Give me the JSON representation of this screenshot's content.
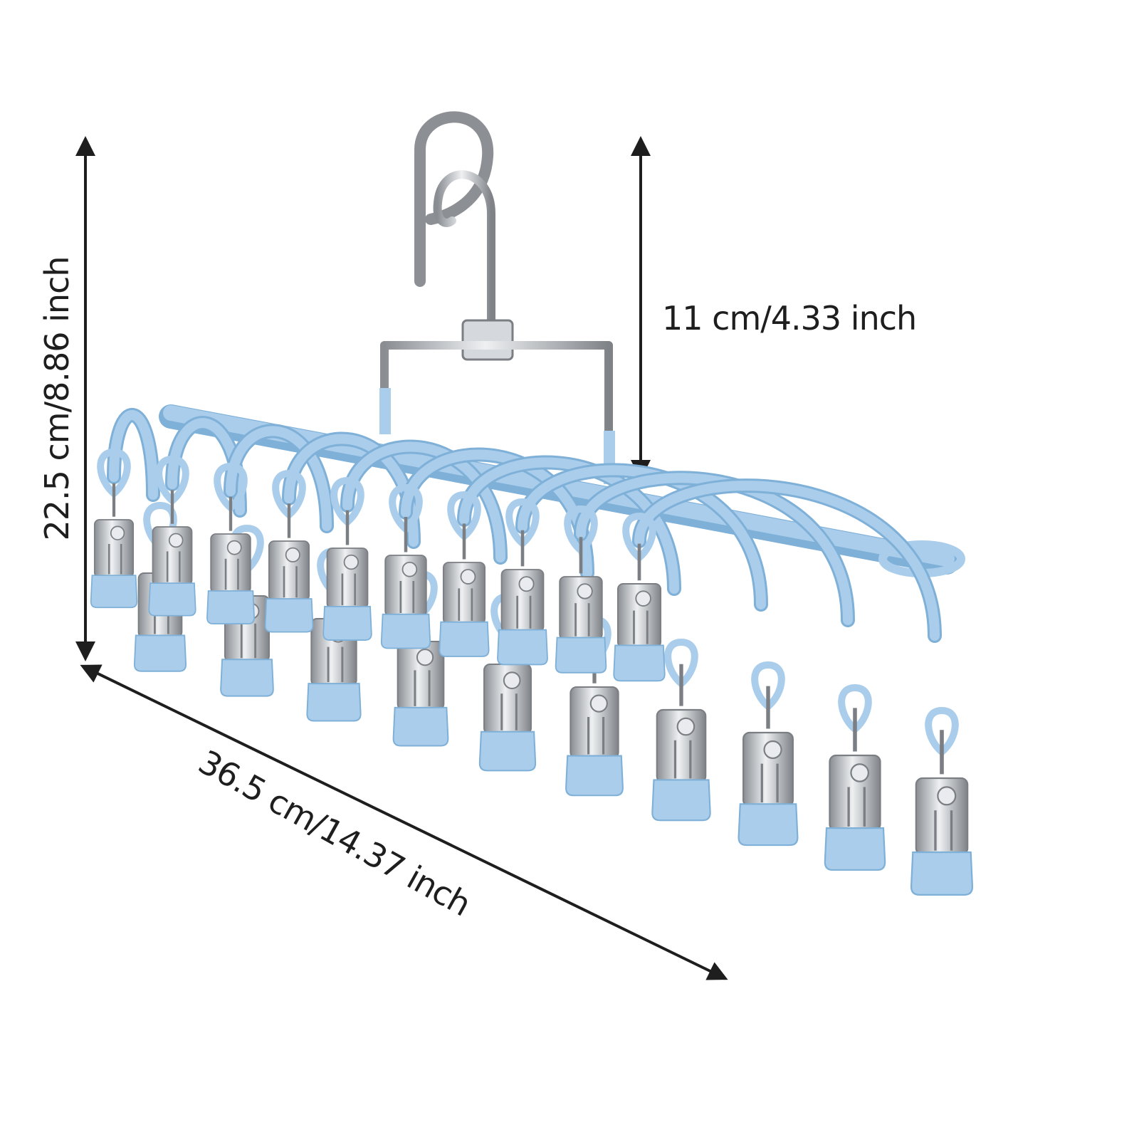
{
  "dimensions": {
    "height_label": "22.5 cm/8.86 inch",
    "hook_label": "11 cm/4.33 inch",
    "width_label": "36.5 cm/14.37 inch"
  },
  "product": {
    "clip_count": 20
  },
  "colors": {
    "hanger_blue": "#a9cdeb",
    "hanger_blue_dark": "#7fb0d8",
    "metal": "#bfc3c8",
    "metal_dark": "#7b7f84",
    "line": "#1e1e1e"
  }
}
